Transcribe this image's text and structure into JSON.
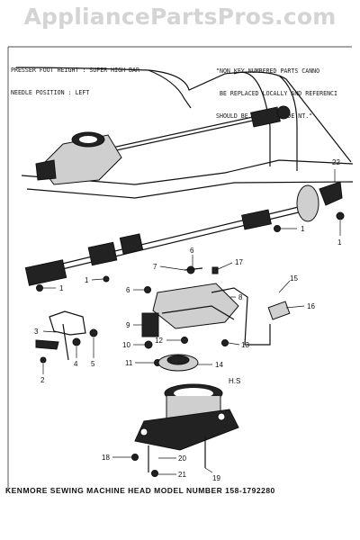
{
  "watermark": "AppliancePartsPros.com",
  "note_left": [
    "PRESSER FOOT HEIGHT : SUPER HIGH BAR",
    "NEEDLE POSITION : LEFT"
  ],
  "note_right": [
    "\"NON KEY NUMBERED PARTS CANNO",
    " BE REPLACED LOCALLY AND REFERENCI",
    "SHOULD BE MADE TO CODE NT.\""
  ],
  "caption": "KENMORE SEWING MACHINE HEAD MODEL NUMBER 158-1792280",
  "small_mark": "H.S",
  "callouts": {
    "c22": "22",
    "c1a": "1",
    "c1b": "1",
    "c1c": "1",
    "c1d": "1",
    "c6a": "6",
    "c6b": "6",
    "c7": "7",
    "c17": "17",
    "c15": "15",
    "c16": "16",
    "c8": "8",
    "c9": "9",
    "c3": "3",
    "c4": "4",
    "c5": "5",
    "c2": "2",
    "c10": "10",
    "c12": "12",
    "c13": "13",
    "c11": "11",
    "c14": "14",
    "c18": "18",
    "c19": "19",
    "c20": "20",
    "c21": "21"
  }
}
